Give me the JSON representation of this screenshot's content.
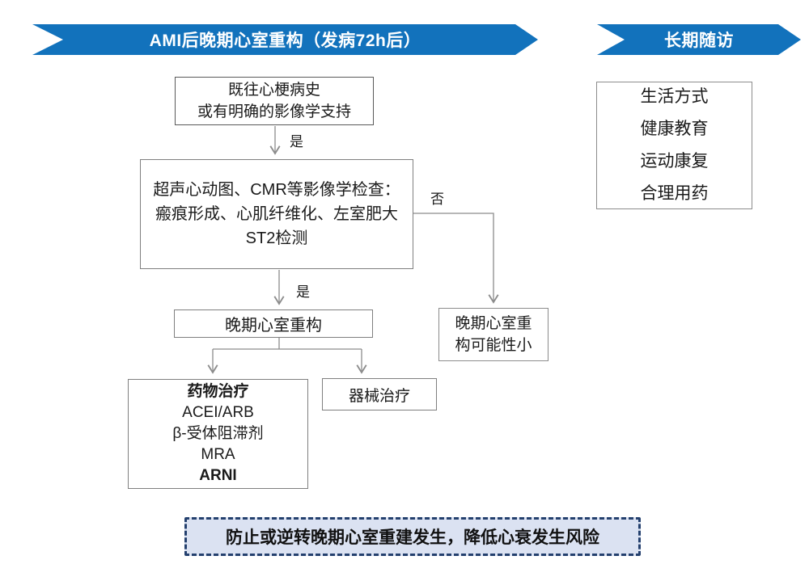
{
  "banners": {
    "left": {
      "label": "AMI后晚期心室重构（发病72h后）",
      "color": "#1272bc",
      "text_color": "#ffffff"
    },
    "right": {
      "label": "长期随访",
      "color": "#1272bc",
      "text_color": "#ffffff"
    }
  },
  "flowchart": {
    "history_box": {
      "lines": [
        "既往心梗病史",
        "或有明确的影像学支持"
      ]
    },
    "imaging_box": {
      "lines": [
        "超声心动图、CMR等影像学检查：",
        "瘢痕形成、心肌纤维化、左室肥大",
        "ST2检测"
      ]
    },
    "remodeling_box": {
      "label": "晚期心室重构"
    },
    "unlikely_box": {
      "lines": [
        "晚期心室重",
        "构可能性小"
      ]
    },
    "drug_box": {
      "lines": [
        "药物治疗",
        "ACEI/ARB",
        "β-受体阻滞剂",
        "MRA",
        "ARNI"
      ]
    },
    "device_box": {
      "label": "器械治疗"
    },
    "edge_labels": {
      "yes1": "是",
      "no": "否",
      "yes2": "是"
    },
    "connector_color": "#8c8c8c"
  },
  "followup_box": {
    "lines": [
      "生活方式",
      "健康教育",
      "运动康复",
      "合理用药"
    ]
  },
  "conclusion": {
    "label": "防止或逆转晚期心室重建发生，降低心衰发生风险",
    "background": "#dbe2f2",
    "border_color": "#24406e"
  }
}
